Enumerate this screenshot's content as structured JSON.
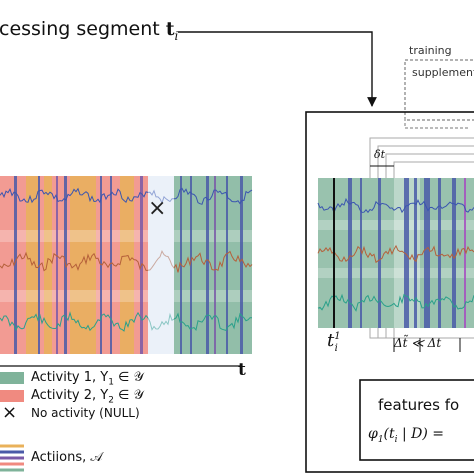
{
  "header": {
    "caption_text": "cessing segment ",
    "caption_symbol": "t",
    "caption_sub": "i"
  },
  "left_panel": {
    "null_marker": "×",
    "time_axis_label": "t"
  },
  "legend": {
    "activity1": {
      "text": "Activity 1, Y",
      "sub": "1",
      "tail": " ∈ 𝒴",
      "color": "#7fb39a"
    },
    "activity2": {
      "text": "Activity 2, Y",
      "sub": "2",
      "tail": " ∈ 𝒴",
      "color": "#f08a80"
    },
    "null": {
      "symbol": "×",
      "text": "No activity (NULL)"
    },
    "actions": {
      "text": "Actiions, 𝒜"
    }
  },
  "training_box": {
    "line1": "training",
    "line2": "supplement"
  },
  "right_panel": {
    "delta_t_small": "δt",
    "segment_label": "t",
    "segment_sup": "1",
    "segment_sub": "i",
    "delta_label": "Δt̃  ≪  Δt"
  },
  "features_box": {
    "title": "features fo",
    "formula_start": "φ",
    "formula_sub": "1",
    "formula_rest": "(t",
    "formula_sub2": "i",
    "formula_end": " | D) ="
  },
  "colors": {
    "teal": "#7fb39a",
    "salmon": "#f08a80",
    "gold": "#e9b15a",
    "action_blue": "#4a5aa8",
    "action_purple": "#7a5aa8",
    "light_blue": "#dbe6f4",
    "signal_blue": "#3a55b0",
    "signal_brown": "#b5603a",
    "signal_green": "#2aa08a"
  }
}
